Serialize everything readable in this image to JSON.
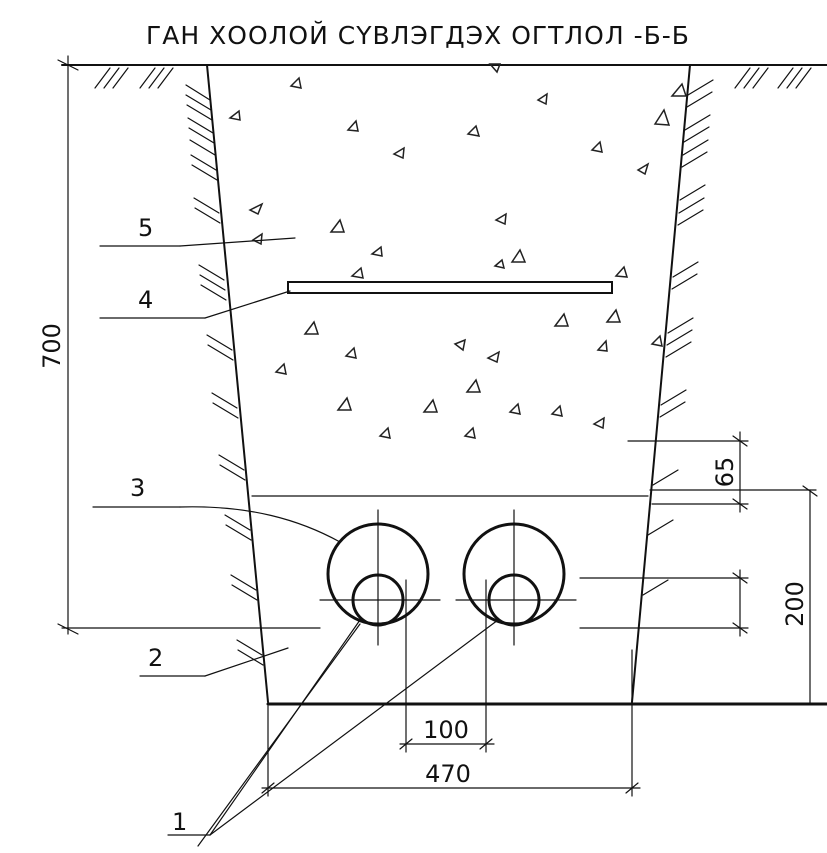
{
  "title": "ГАН ХООЛОЙ СҮВЛЭГДЭХ ОГТЛОЛ -Б-Б",
  "dimensions": {
    "depth": "700",
    "top_gap": "65",
    "bed_height": "200",
    "pipe_spacing": "100",
    "bottom_width": "470"
  },
  "callouts": {
    "c1": "1",
    "c2": "2",
    "c3": "3",
    "c4": "4",
    "c5": "5"
  }
}
